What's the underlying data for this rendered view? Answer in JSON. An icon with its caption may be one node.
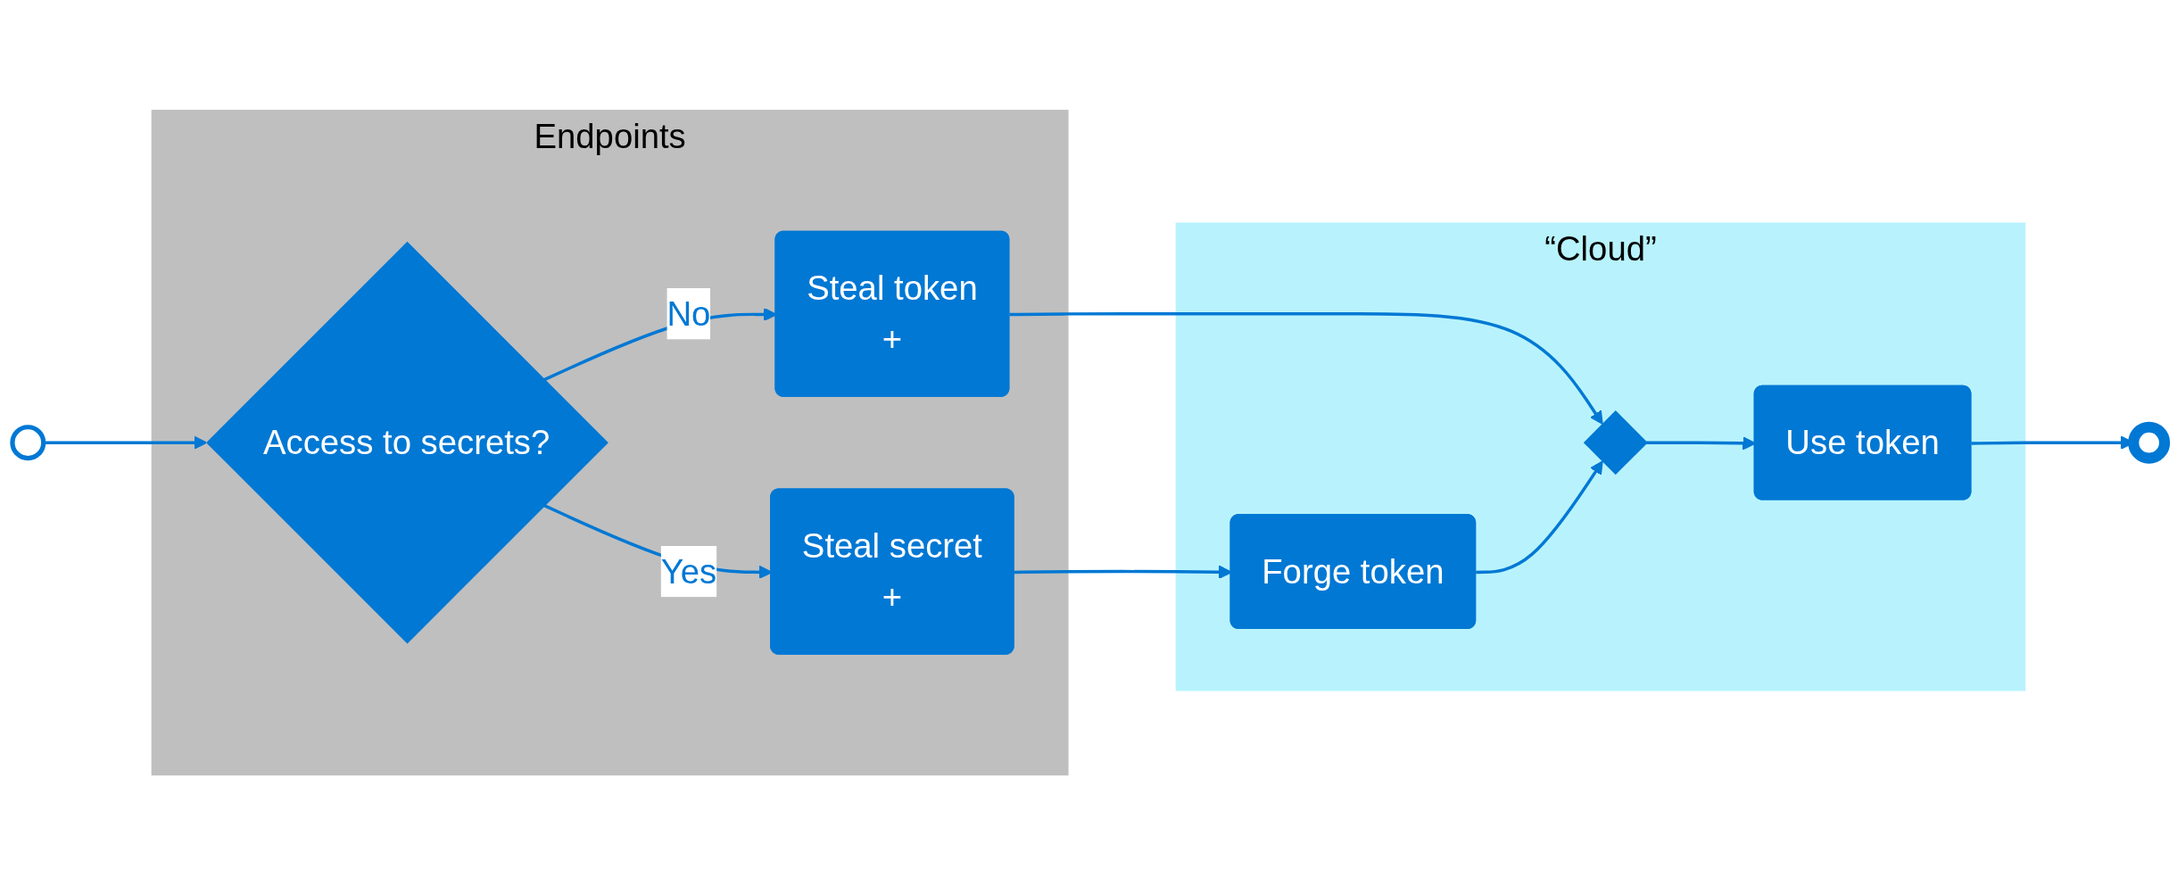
{
  "diagram": {
    "nodes": [
      {
        "text": [],
        "shape": "circle"
      },
      {
        "text": [
          "Endpoints"
        ]
      },
      {
        "text": [
          "Access to secrets?"
        ],
        "in": 1
      },
      {
        "text": [
          "Steal secret",
          "+"
        ],
        "in": 1
      },
      {
        "text": [
          "Steal token",
          "+"
        ],
        "in": 1
      },
      {
        "text": [
          "“Cloud”"
        ]
      },
      {
        "text": [
          "Forge token"
        ],
        "in": 5
      },
      {
        "text": [],
        "shape": "diamond",
        "in": 5
      },
      {
        "text": [
          "Use token"
        ],
        "in": 5
      },
      {
        "text": [],
        "shape": "circle"
      }
    ],
    "edges": [
      {
        "from": 0,
        "to": 2,
        "arrow": "to"
      },
      {
        "from": 2,
        "to": 3,
        "arrow": "to",
        "label": "Yes"
      },
      {
        "from": 2,
        "to": 4,
        "arrow": "to",
        "label": "No"
      },
      {
        "from": 3,
        "to": 6,
        "arrow": "to"
      },
      {
        "from": 4,
        "to": 7,
        "arrow": "to"
      },
      {
        "from": 6,
        "to": 7,
        "arrow": "to"
      },
      {
        "from": 7,
        "to": 8,
        "arrow": "to"
      },
      {
        "from": 8,
        "to": 9,
        "arrow": "to"
      }
    ]
  }
}
